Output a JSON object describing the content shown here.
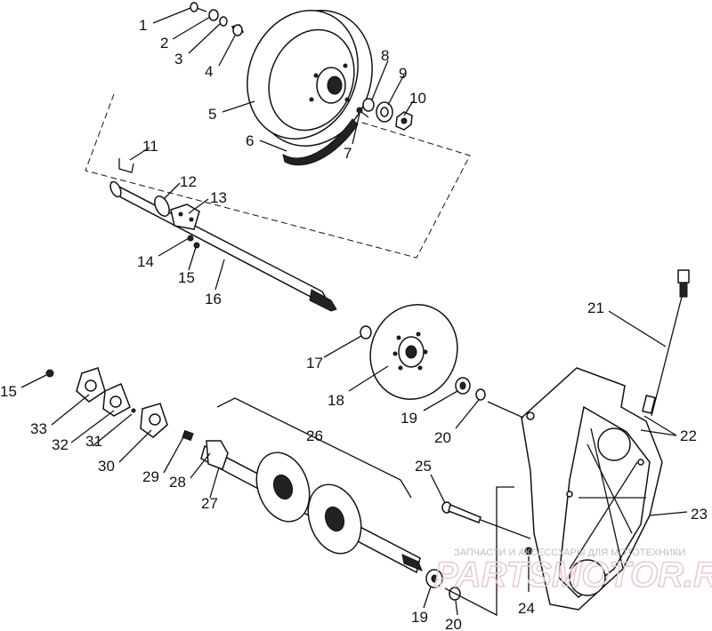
{
  "callouts": [
    {
      "id": "c1",
      "text": "1"
    },
    {
      "id": "c2",
      "text": "2"
    },
    {
      "id": "c3",
      "text": "3"
    },
    {
      "id": "c4",
      "text": "4"
    },
    {
      "id": "c5",
      "text": "5"
    },
    {
      "id": "c6",
      "text": "6"
    },
    {
      "id": "c7",
      "text": "7"
    },
    {
      "id": "c8",
      "text": "8"
    },
    {
      "id": "c9",
      "text": "9"
    },
    {
      "id": "c10",
      "text": "10"
    },
    {
      "id": "c11",
      "text": "11"
    },
    {
      "id": "c12",
      "text": "12"
    },
    {
      "id": "c13",
      "text": "13"
    },
    {
      "id": "c14",
      "text": "14"
    },
    {
      "id": "c15a",
      "text": "15"
    },
    {
      "id": "c16",
      "text": "16"
    },
    {
      "id": "c17",
      "text": "17"
    },
    {
      "id": "c18",
      "text": "18"
    },
    {
      "id": "c19a",
      "text": "19"
    },
    {
      "id": "c20a",
      "text": "20"
    },
    {
      "id": "c21",
      "text": "21"
    },
    {
      "id": "c22",
      "text": "22"
    },
    {
      "id": "c23",
      "text": "23"
    },
    {
      "id": "c15b",
      "text": "15"
    },
    {
      "id": "c33",
      "text": "33"
    },
    {
      "id": "c32",
      "text": "32"
    },
    {
      "id": "c31",
      "text": "31"
    },
    {
      "id": "c30",
      "text": "30"
    },
    {
      "id": "c29",
      "text": "29"
    },
    {
      "id": "c28",
      "text": "28"
    },
    {
      "id": "c27",
      "text": "27"
    },
    {
      "id": "c26",
      "text": "26"
    },
    {
      "id": "c25",
      "text": "25"
    },
    {
      "id": "c24",
      "text": "24"
    },
    {
      "id": "c19b",
      "text": "19"
    },
    {
      "id": "c20b",
      "text": "20"
    }
  ],
  "watermark": {
    "caption": "ЗАПЧАСТИ И АКСЕССУАРЫ ДЛЯ МОТОТЕХНИКИ",
    "brand": "PARTSMOTOR.RU"
  }
}
